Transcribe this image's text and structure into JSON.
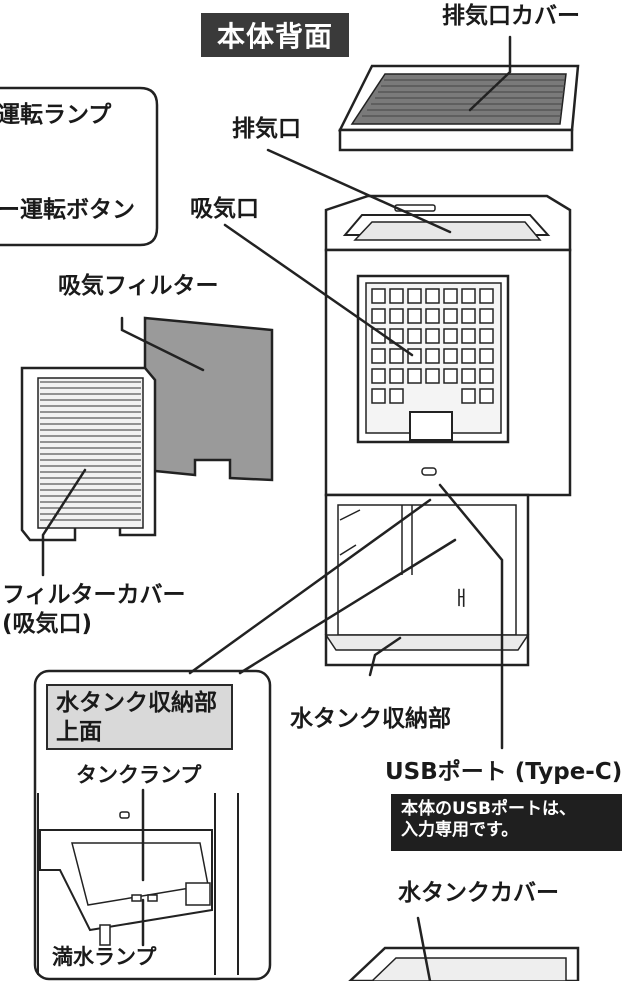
{
  "title": "本体背面",
  "labels": {
    "exhaust_cover": "排気口カバー",
    "exhaust": "排気口",
    "intake": "吸気口",
    "intake_filter": "吸気フィルター",
    "operation_lamp": "運転ランプ",
    "operation_button": "ー運転ボタン",
    "filter_cover_line1": "フィルターカバー",
    "filter_cover_line2": "(吸気口)",
    "tank_storage": "水タンク収納部",
    "usb_port": "USBポート (Type-C)",
    "tank_cover": "水タンクカバー",
    "tank_lamp": "タンクランプ",
    "full_water_lamp": "満水ランプ"
  },
  "inset": {
    "title_line1": "水タンク収納部",
    "title_line2": "上面"
  },
  "note": {
    "line1": "本体のUSBポートは、",
    "line2": "入力専用です。"
  }
}
